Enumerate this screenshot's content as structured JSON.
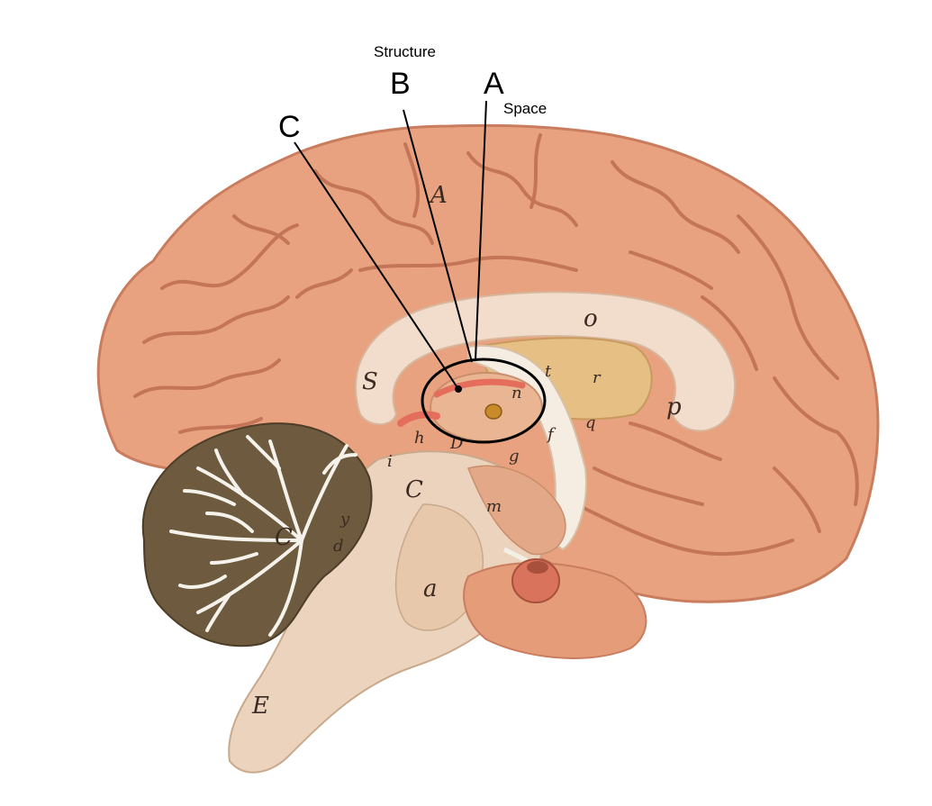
{
  "labels": {
    "a": "A",
    "b": "B",
    "c": "C",
    "a_caption": "Space",
    "b_caption": "Structure"
  },
  "model_letters": {
    "cortex": "A",
    "corpus_body": "o",
    "genu": "S",
    "splenium": "p",
    "fornix": "t",
    "septum": "r",
    "thalamus": "n",
    "hypothal": "g",
    "lower_d": "D",
    "h_mark": "h",
    "i_mark": "i",
    "c_mark": "C",
    "m_mark": "m",
    "q_mark": "q",
    "pons": "a",
    "medulla": "E",
    "cereb": "C",
    "cereb_small": "d",
    "f_mark": "f",
    "y_mark": "y"
  },
  "colors": {
    "cortex": "#e8a27f",
    "sulcus": "#b9674b",
    "white_matter": "#f2dccb",
    "cerebellum": "#6e5a3e",
    "arbor": "#f4f2ea",
    "ventricle": "#e6bf84",
    "stem": "#ecd3bd"
  }
}
